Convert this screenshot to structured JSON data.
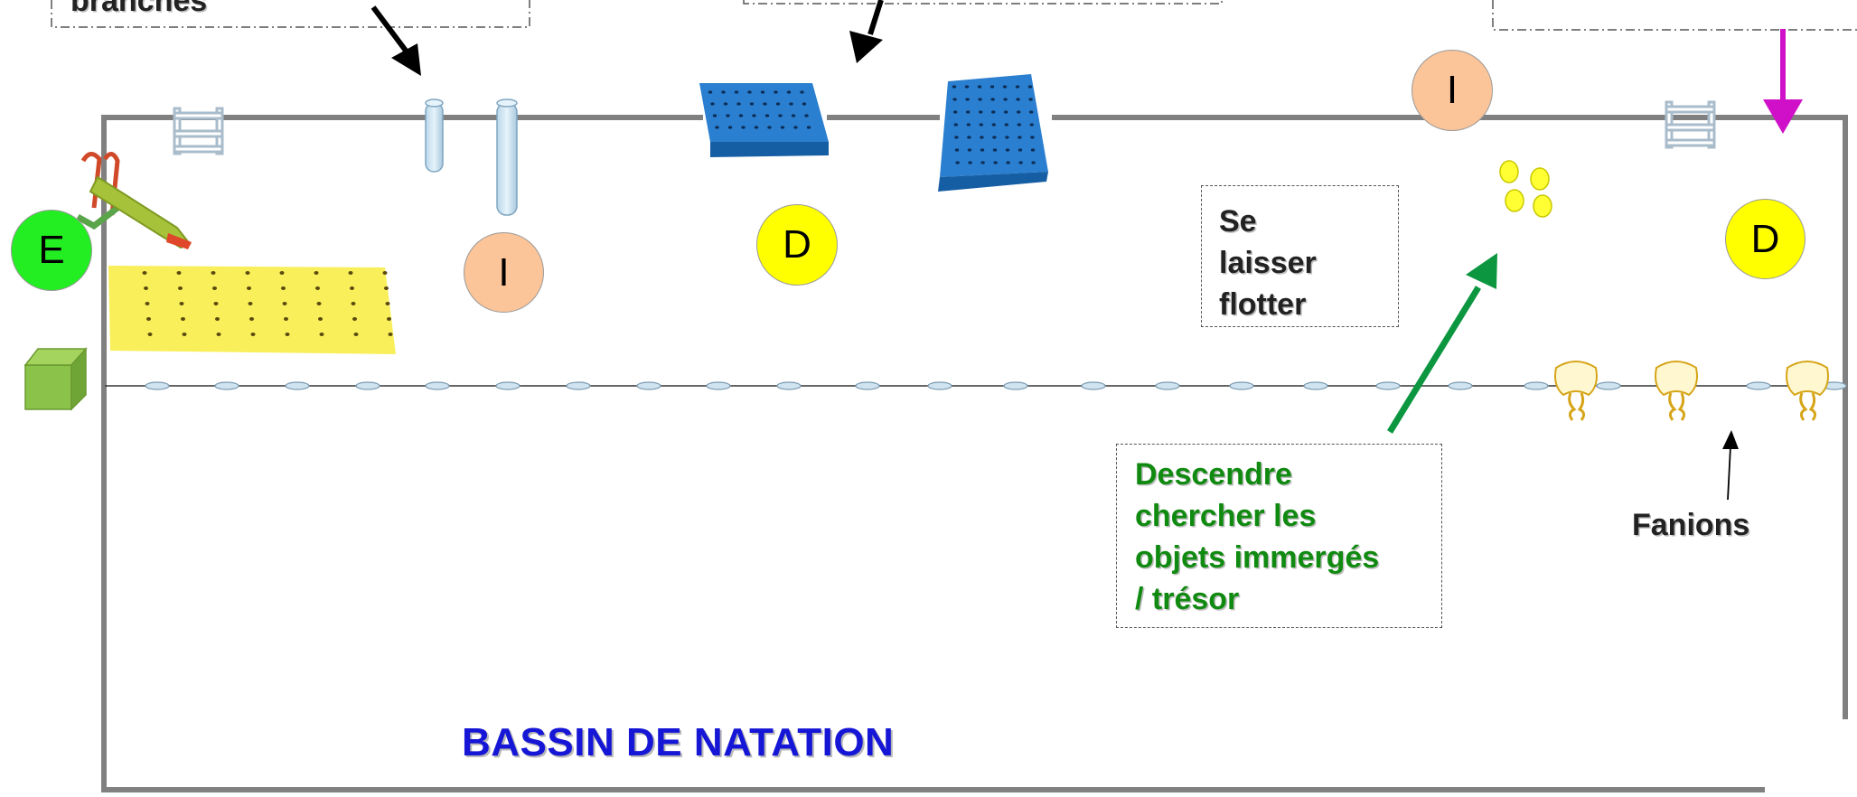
{
  "top_partial_label": "branches",
  "notes": {
    "float": [
      "Se",
      "laisser",
      "flotter"
    ],
    "dive": [
      "Descendre",
      "chercher les",
      "objets immergés",
      "/ trésor"
    ]
  },
  "badges": {
    "E": "E",
    "I_left": "I",
    "I_right": "I",
    "D_center": "D",
    "D_right": "D"
  },
  "fanions_label": "Fanions",
  "pool_title": "BASSIN DE NATATION",
  "colors": {
    "pool_border": "#808080",
    "badge_E": "#22ee22",
    "badge_I": "#fbc499",
    "badge_D": "#ffff00",
    "dive_text": "#108a10",
    "dive_arrow": "#0c9640",
    "magenta_arrow": "#d010c8",
    "title": "#1616d6",
    "mat_blue": "#1e6fc0",
    "mat_yellow": "#f8ef5a",
    "cube_green": "#8bc34a"
  },
  "icons": [
    "ladder-icon",
    "pole-icon",
    "blue-mat-icon",
    "slide-icon",
    "yellow-mat-icon",
    "green-cube-icon",
    "lane-rope-icon",
    "flag-icon",
    "balls-icon",
    "arrow-icon"
  ]
}
